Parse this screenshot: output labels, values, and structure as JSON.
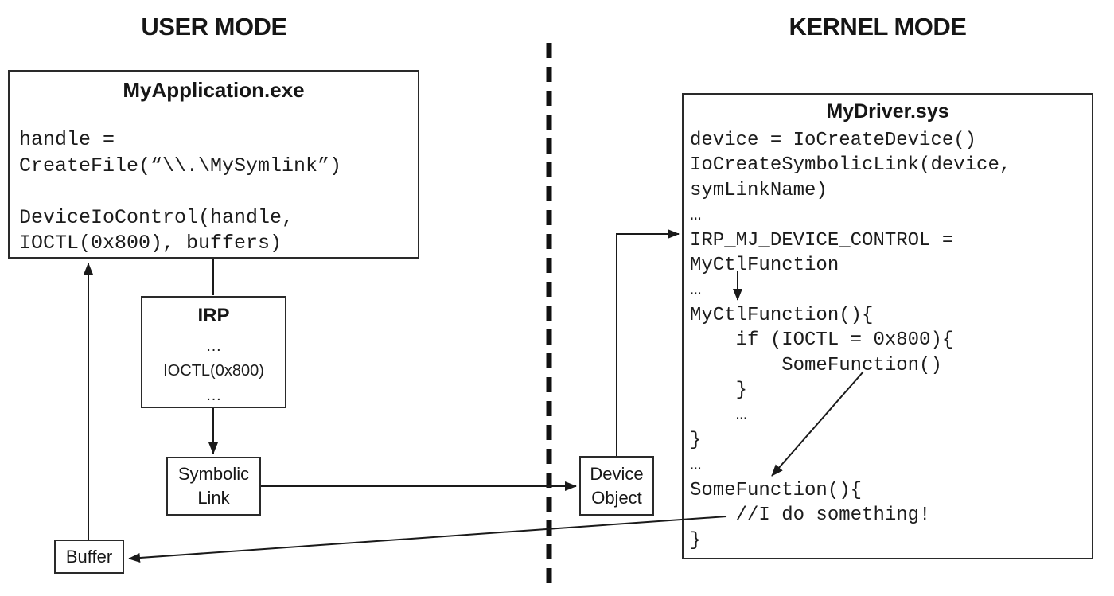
{
  "titles": {
    "user_mode": "USER MODE",
    "kernel_mode": "KERNEL MODE"
  },
  "user_side": {
    "app_box": {
      "title": "MyApplication.exe",
      "code": "handle =\nCreateFile(“\\\\.\\MySymlink”)\n\nDeviceIoControl(handle,\nIOCTL(0x800), buffers)"
    },
    "irp_box": {
      "title": "IRP",
      "lines": [
        "…",
        "IOCTL(0x800)",
        "…"
      ]
    },
    "symbolic_link_box": {
      "label": "Symbolic\nLink"
    },
    "buffer_box": {
      "label": "Buffer"
    }
  },
  "kernel_side": {
    "driver_box": {
      "title": "MyDriver.sys",
      "code": "device = IoCreateDevice()\nIoCreateSymbolicLink(device,\nsymLinkName)\n…\nIRP_MJ_DEVICE_CONTROL =\nMyCtlFunction\n…\nMyCtlFunction(){\n    if (IOCTL = 0x800){\n        SomeFunction()\n    }\n    …\n}\n…\nSomeFunction(){\n    //I do something!\n}"
    },
    "device_object_box": {
      "label": "Device\nObject"
    }
  },
  "colors": {
    "background": "#ffffff",
    "line": "#1a1a1a",
    "text": "#161616"
  }
}
